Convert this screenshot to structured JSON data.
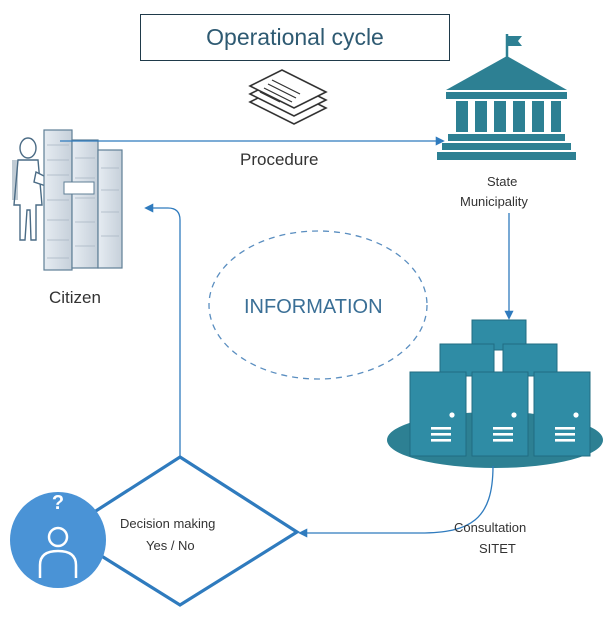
{
  "title": "Operational cycle",
  "labels": {
    "procedure": "Procedure",
    "state": "State",
    "municipality": "Municipality",
    "citizen": "Citizen",
    "information": "INFORMATION",
    "decision_line1": "Decision making",
    "decision_line2": "Yes / No",
    "consultation": "Consultation",
    "sitet": "SITET"
  },
  "icons": {
    "documents": "documents-stack-icon",
    "government": "government-building-icon",
    "citizen": "citizen-at-archive-icon",
    "servers": "server-cluster-icon",
    "decision_person": "person-question-icon"
  },
  "colors": {
    "primary": "#2F7BBE",
    "building": "#2D8093",
    "server": "#2F8CA5",
    "server_dark": "#206C82",
    "person_circle": "#4A93D6",
    "text": "#333333",
    "title_text": "#2E5A72",
    "dashed": "#5A8EC0"
  }
}
